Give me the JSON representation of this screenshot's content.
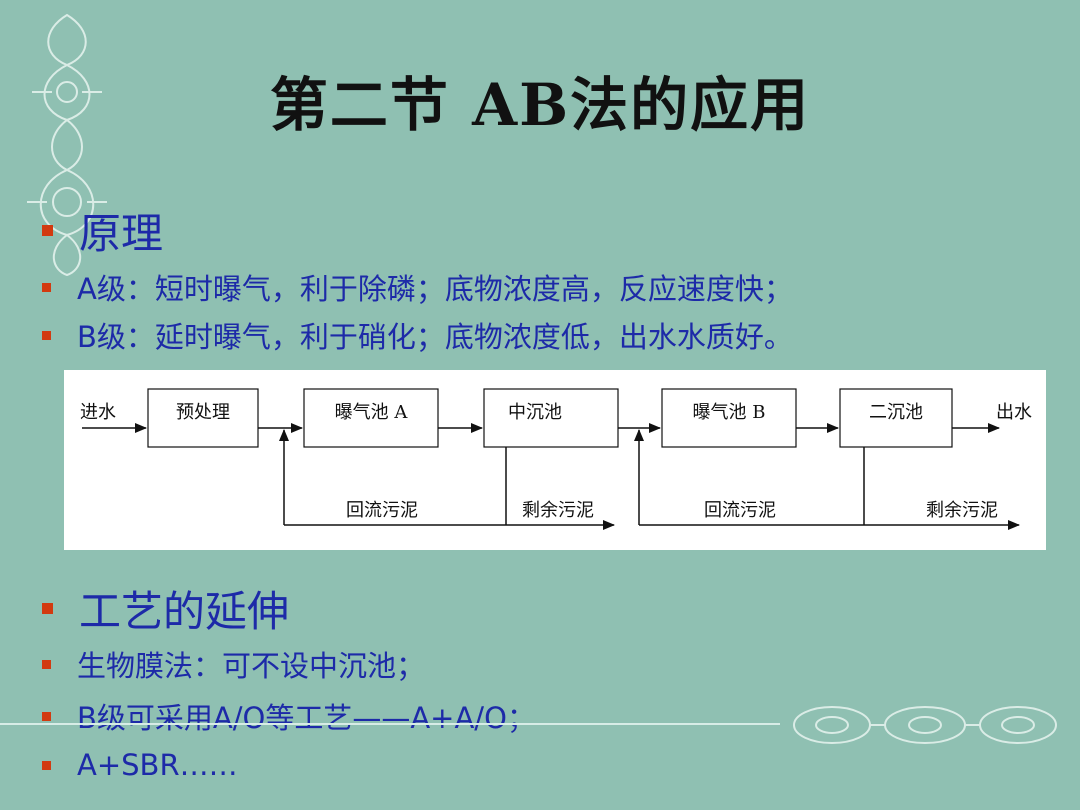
{
  "title": "第二节 AB法的应用",
  "section1": {
    "heading": "原理",
    "items": [
      "A级：短时曝气，利于除磷；底物浓度高，反应速度快；",
      "B级：延时曝气，利于硝化；底物浓度低，出水水质好。"
    ]
  },
  "diagram": {
    "inlet": "进水",
    "outlet": "出水",
    "boxes": [
      "预处理",
      "曝气池 A",
      "中沉池",
      "曝气池 B",
      "二沉池"
    ],
    "return_sludge_1": "回流污泥",
    "excess_sludge_1": "剩余污泥",
    "return_sludge_2": "回流污泥",
    "excess_sludge_2": "剩余污泥"
  },
  "section2": {
    "heading": "工艺的延伸",
    "items": [
      "生物膜法：可不设中沉池；",
      "B级可采用A/O等工艺——A+A/O；",
      "A+SBR……"
    ]
  },
  "colors": {
    "background": "#8fc0b2",
    "bullet": "#d23a10",
    "text": "#1d2aa8"
  }
}
